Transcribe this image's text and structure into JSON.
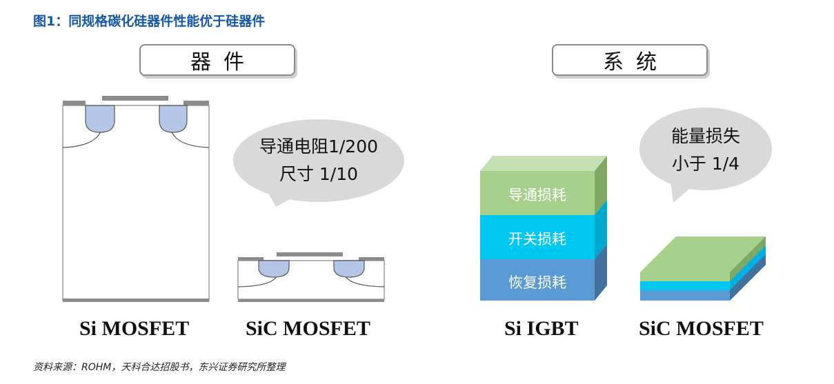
{
  "figure_title": "图1：同规格碳化硅器件性能优于硅器件",
  "sections": {
    "device": "器件",
    "system": "系统"
  },
  "device_bubble": {
    "line1": "导通电阻1/200",
    "line2": "尺寸 1/10"
  },
  "system_bubble": {
    "line1": "能量损失",
    "line2": "小于 1/4"
  },
  "igbt_layers": {
    "conduction": "导通损耗",
    "switching": "开关损耗",
    "recovery": "恢复损耗"
  },
  "captions": {
    "si_mosfet": "Si MOSFET",
    "sic_mosfet_device": "SiC MOSFET",
    "si_igbt": "Si IGBT",
    "sic_mosfet_system": "SiC MOSFET"
  },
  "colors": {
    "title_blue": "#1457a8",
    "layer_green": "#a8d08d",
    "layer_cyan": "#00c8f0",
    "layer_blue": "#5b9bd5",
    "bubble_gray": "#d9d9d9",
    "well_fill": "#b4c7e7"
  },
  "source": "资料来源：ROHM，天科合达招股书，东兴证券研究所整理"
}
